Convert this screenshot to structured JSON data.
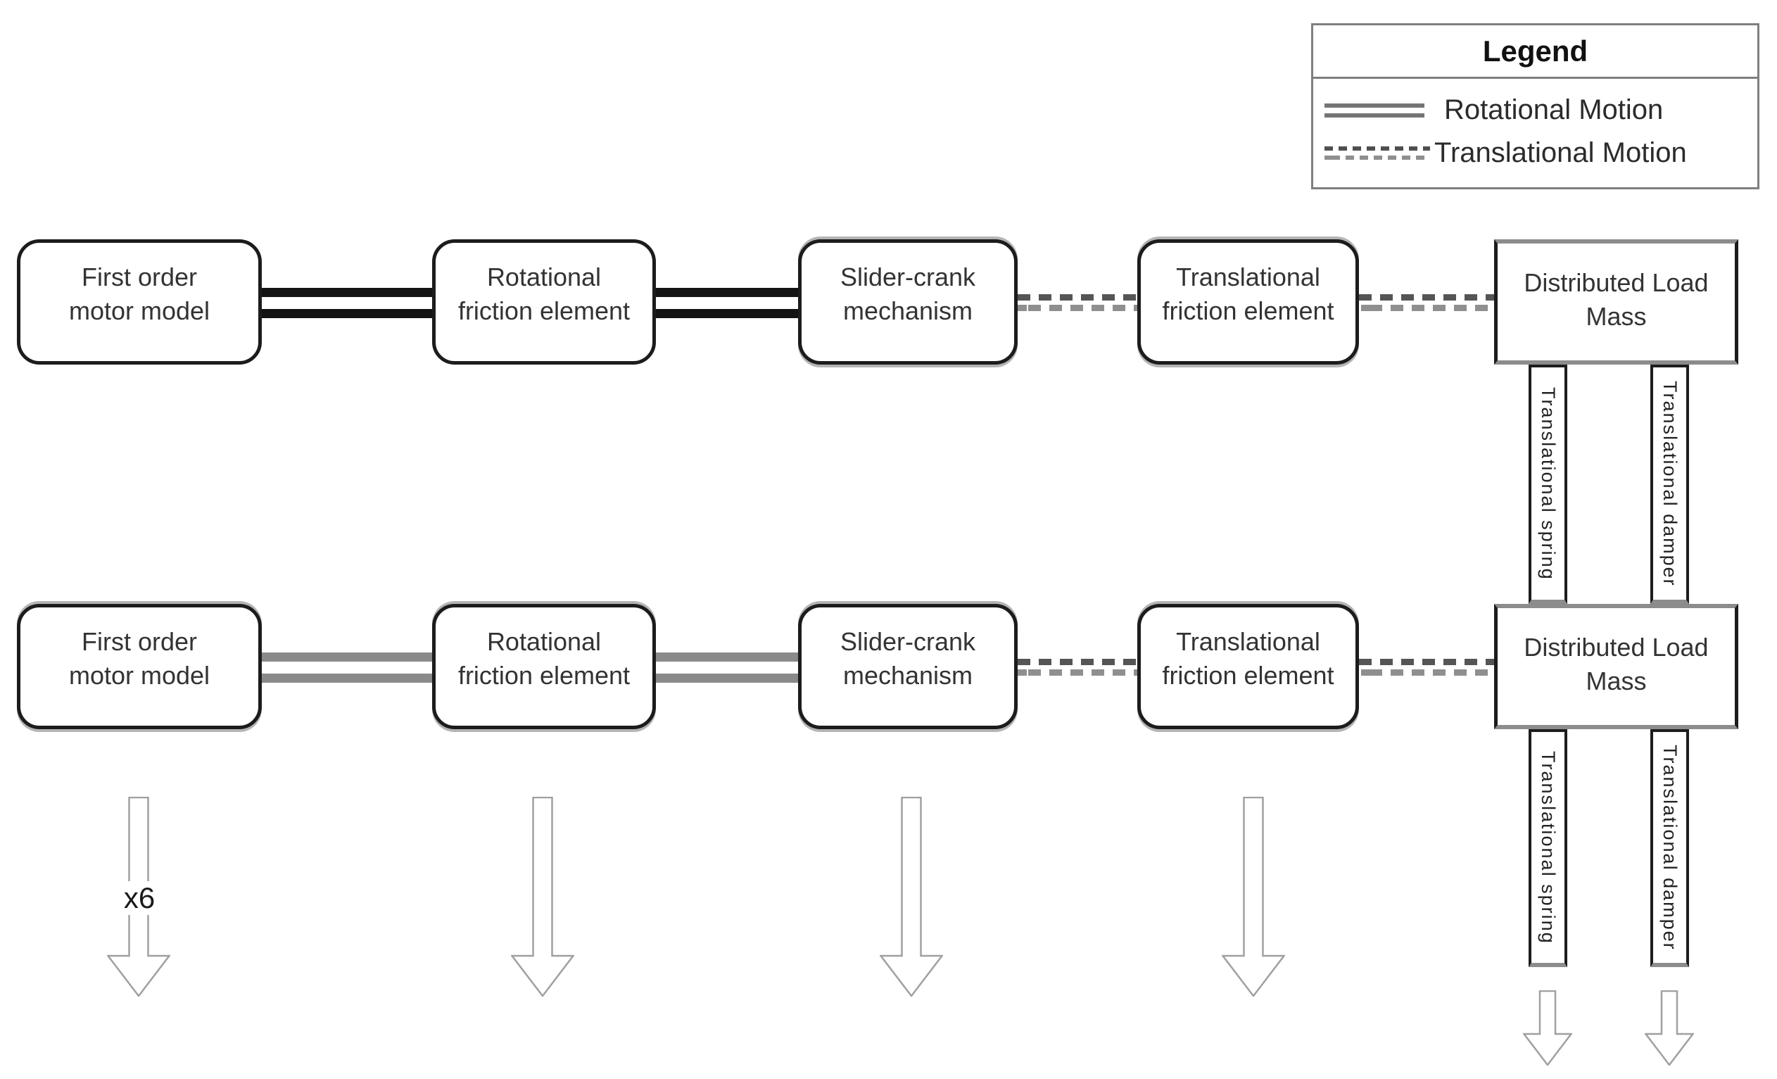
{
  "legend": {
    "title": "Legend",
    "items": [
      {
        "id": "rotational",
        "label": "Rotational Motion",
        "line_style": "double-solid"
      },
      {
        "id": "translational",
        "label": "Translational Motion",
        "line_style": "double-dashed"
      }
    ]
  },
  "rows": [
    {
      "name": "row-1",
      "blocks": [
        {
          "label": "First order motor model"
        },
        {
          "label": "Rotational friction element"
        },
        {
          "label": "Slider-crank mechanism"
        },
        {
          "label": "Translational friction element"
        },
        {
          "label": "Distributed Load Mass"
        }
      ]
    },
    {
      "name": "row-2",
      "blocks": [
        {
          "label": "First order motor model"
        },
        {
          "label": "Rotational friction element"
        },
        {
          "label": "Slider-crank mechanism"
        },
        {
          "label": "Translational friction element"
        },
        {
          "label": "Distributed Load Mass"
        }
      ]
    }
  ],
  "bars": {
    "top_spring": {
      "label": "Translational spring"
    },
    "top_damper": {
      "label": "Translational damper"
    },
    "bottom_spring": {
      "label": "Translational spring"
    },
    "bottom_damper": {
      "label": "Translational damper"
    }
  },
  "annotations": {
    "multiplier": "x6"
  },
  "colors": {
    "node_border": "#1c1c1c",
    "row1_line": "#141414",
    "row2_line": "#8a8a8a",
    "dash_dark": "#555555",
    "dash_gray": "#8f8f8f",
    "arrow_stroke": "#a0a0a0",
    "legend_border": "#7f7f7f"
  }
}
